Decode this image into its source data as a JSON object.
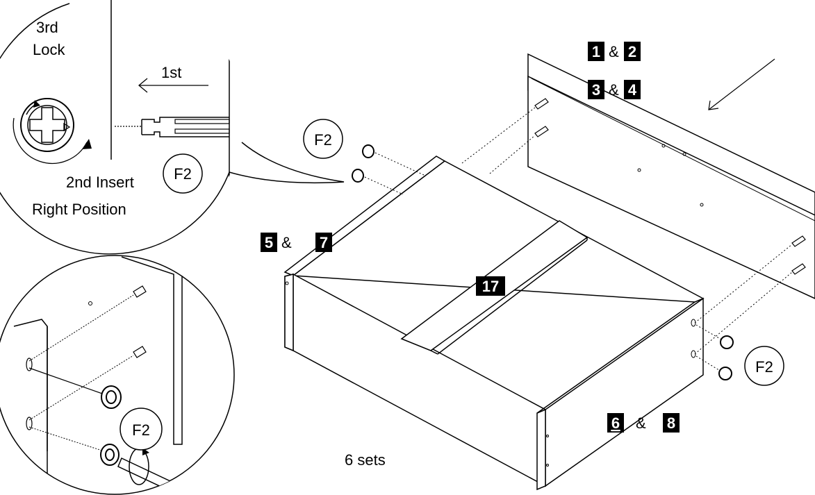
{
  "callout_top": {
    "step_lock": "3rd",
    "step_lock_2": "Lock",
    "step_first": "1st",
    "step_insert": "2nd Insert",
    "step_insert_2": "Right Position",
    "fitting": "F2"
  },
  "callout_bottom": {
    "fitting": "F2"
  },
  "parts": {
    "back_a": "1",
    "back_b": "2",
    "back_amp": "&",
    "back_c": "3",
    "back_d": "4",
    "back_amp2": "&",
    "side_a": "5",
    "side_b": "7",
    "side_amp": "&",
    "center": "17",
    "front_a": "6",
    "front_b": "8",
    "front_amp": "&"
  },
  "fittings": {
    "left": "F2",
    "right": "F2"
  },
  "quantity": "6 sets"
}
